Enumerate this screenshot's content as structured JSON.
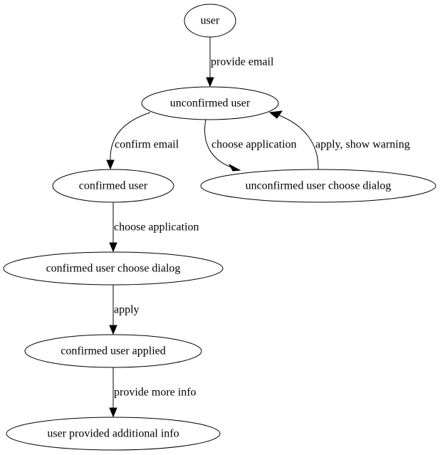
{
  "nodes": {
    "user": "user",
    "unconfirmed_user": "unconfirmed user",
    "confirmed_user": "confirmed user",
    "unconfirmed_user_choose_dialog": "unconfirmed user choose dialog",
    "confirmed_user_choose_dialog": "confirmed user choose dialog",
    "confirmed_user_applied": "confirmed user applied",
    "user_provided_additional_info": "user provided additional info"
  },
  "edges": {
    "provide_email": "provide email",
    "confirm_email": "confirm email",
    "choose_application_unconfirmed": "choose application",
    "apply_show_warning": "apply, show warning",
    "choose_application_confirmed": "choose application",
    "apply": "apply",
    "provide_more_info": "provide more info"
  }
}
